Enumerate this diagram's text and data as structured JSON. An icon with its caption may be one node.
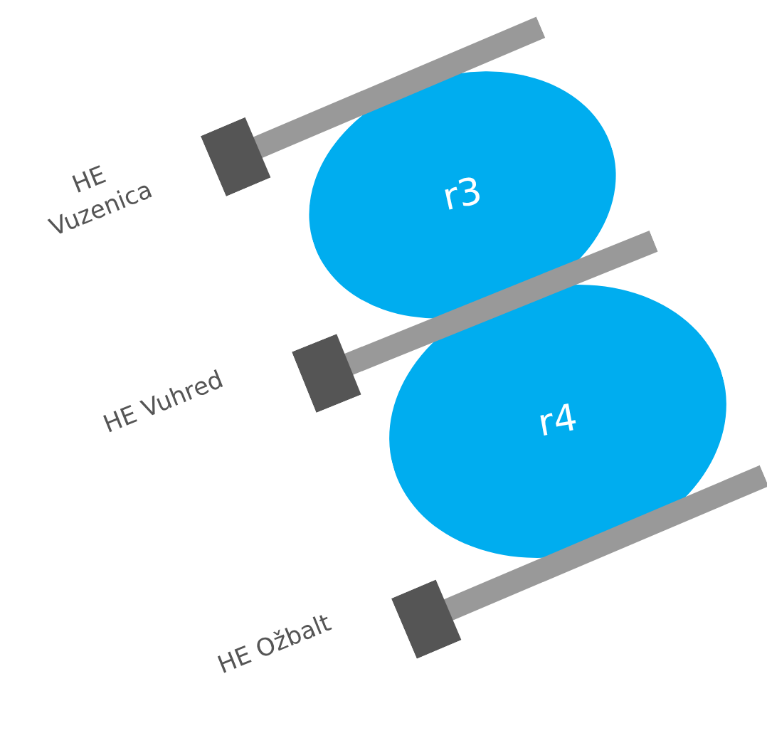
{
  "diagram": {
    "nodes": [
      {
        "text": [],
        "shape": "bar",
        "beside": [
          "HE Vuzenica"
        ]
      },
      {
        "text": [
          "r3"
        ]
      },
      {
        "text": [],
        "shape": "bar",
        "beside": [
          "HE Vuhred"
        ]
      },
      {
        "text": [
          "r4"
        ]
      },
      {
        "text": [],
        "shape": "bar",
        "beside": [
          "HE Ožbalt"
        ]
      }
    ],
    "edges": []
  }
}
